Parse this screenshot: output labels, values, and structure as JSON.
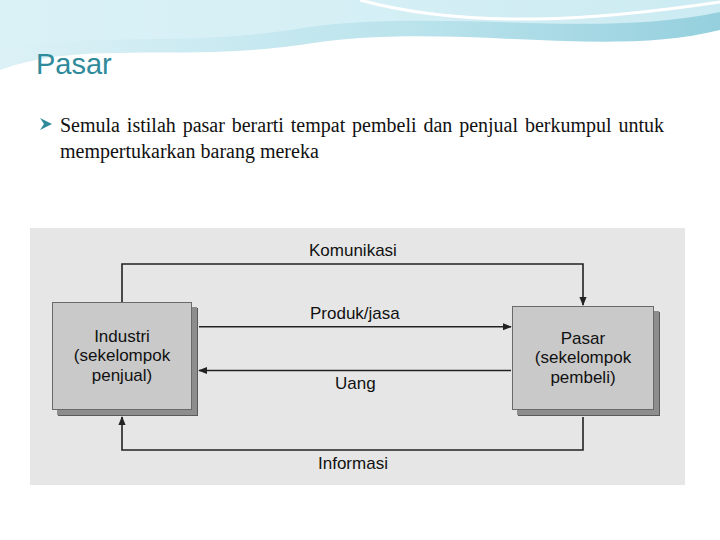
{
  "diagram": {
    "title": "Pasar",
    "nodes": [
      {
        "text": [
          "Industri (sekelompok penjual)"
        ]
      },
      {
        "text": [
          "Pasar (sekelompok pembeli)"
        ]
      }
    ],
    "edges": [
      {
        "from": 0,
        "to": 1,
        "label": "Komunikasi",
        "arrow": "to"
      },
      {
        "from": 0,
        "to": 1,
        "label": "Produk/jasa",
        "arrow": "to"
      },
      {
        "from": 1,
        "to": 0,
        "label": "Uang",
        "arrow": "to"
      },
      {
        "from": 1,
        "to": 0,
        "label": "Informasi",
        "arrow": "to"
      }
    ],
    "labels": [
      "Semula istilah pasar berarti tempat pembeli dan penjual berkumpul untuk mempertukarkan barang mereka"
    ]
  }
}
